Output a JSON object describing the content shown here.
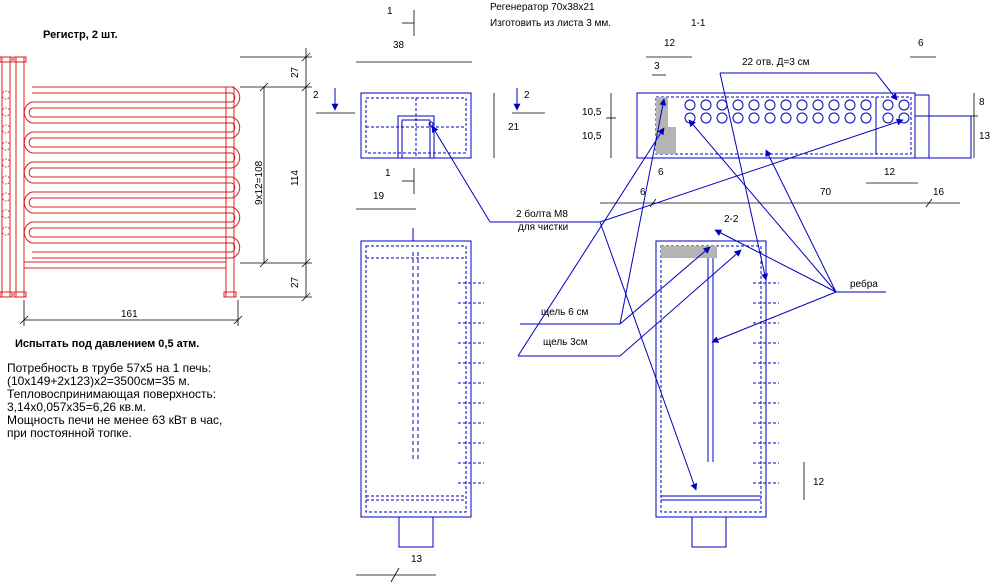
{
  "left": {
    "title": "Регистр, 2 шт.",
    "dim_width": "161",
    "dim_top": "27",
    "dim_mid_main": "114",
    "dim_mid_alt": "9x12=108",
    "dim_bottom": "27",
    "test_label": "Испытать под давлением 0,5 атм.",
    "notes": [
      "Потребность в трубе 57x5 на 1 печь:",
      "(10x149+2x123)x2=3500см=35 м.",
      "Тепловоспринимающая поверхность:",
      "3,14x0,057x35=6,26 кв.м.",
      "Мощность печи не менее 63 кВт в час,",
      "при постоянной топке."
    ]
  },
  "header": {
    "title": "Регенератор 70x38x21",
    "material": "Изготовить из листа 3 мм.",
    "section_1_1": "1-1",
    "section_2_2": "2-2"
  },
  "middle": {
    "dim_1_top": "1",
    "dim_38": "38",
    "dim_2_left": "2",
    "dim_2_right": "2",
    "dim_21": "21",
    "dim_1_bottom": "1",
    "dim_19": "19",
    "dim_13": "13"
  },
  "right": {
    "dim_12_top": "12",
    "dim_3": "3",
    "holes_label": "22 отв. Д=3 см",
    "dim_6_top": "6",
    "dim_10_5_a": "10,5",
    "dim_10_5_b": "10,5",
    "dim_8": "8",
    "dim_13": "13",
    "dim_6_inner": "6",
    "dim_12_inner": "12",
    "dim_6_bottom": "6",
    "dim_70": "70",
    "dim_16": "16",
    "dim_12_lower": "12"
  },
  "callouts": {
    "bolts_line1": "2 болта М8",
    "bolts_line2": "для чистки",
    "slot_6": "щель 6 см",
    "slot_3": "щель 3см",
    "ribs": "ребра"
  },
  "colors": {
    "pipe": "#d92020",
    "line": "#0000c0",
    "text": "#000000",
    "fill_gray": "#b4b4b4"
  }
}
